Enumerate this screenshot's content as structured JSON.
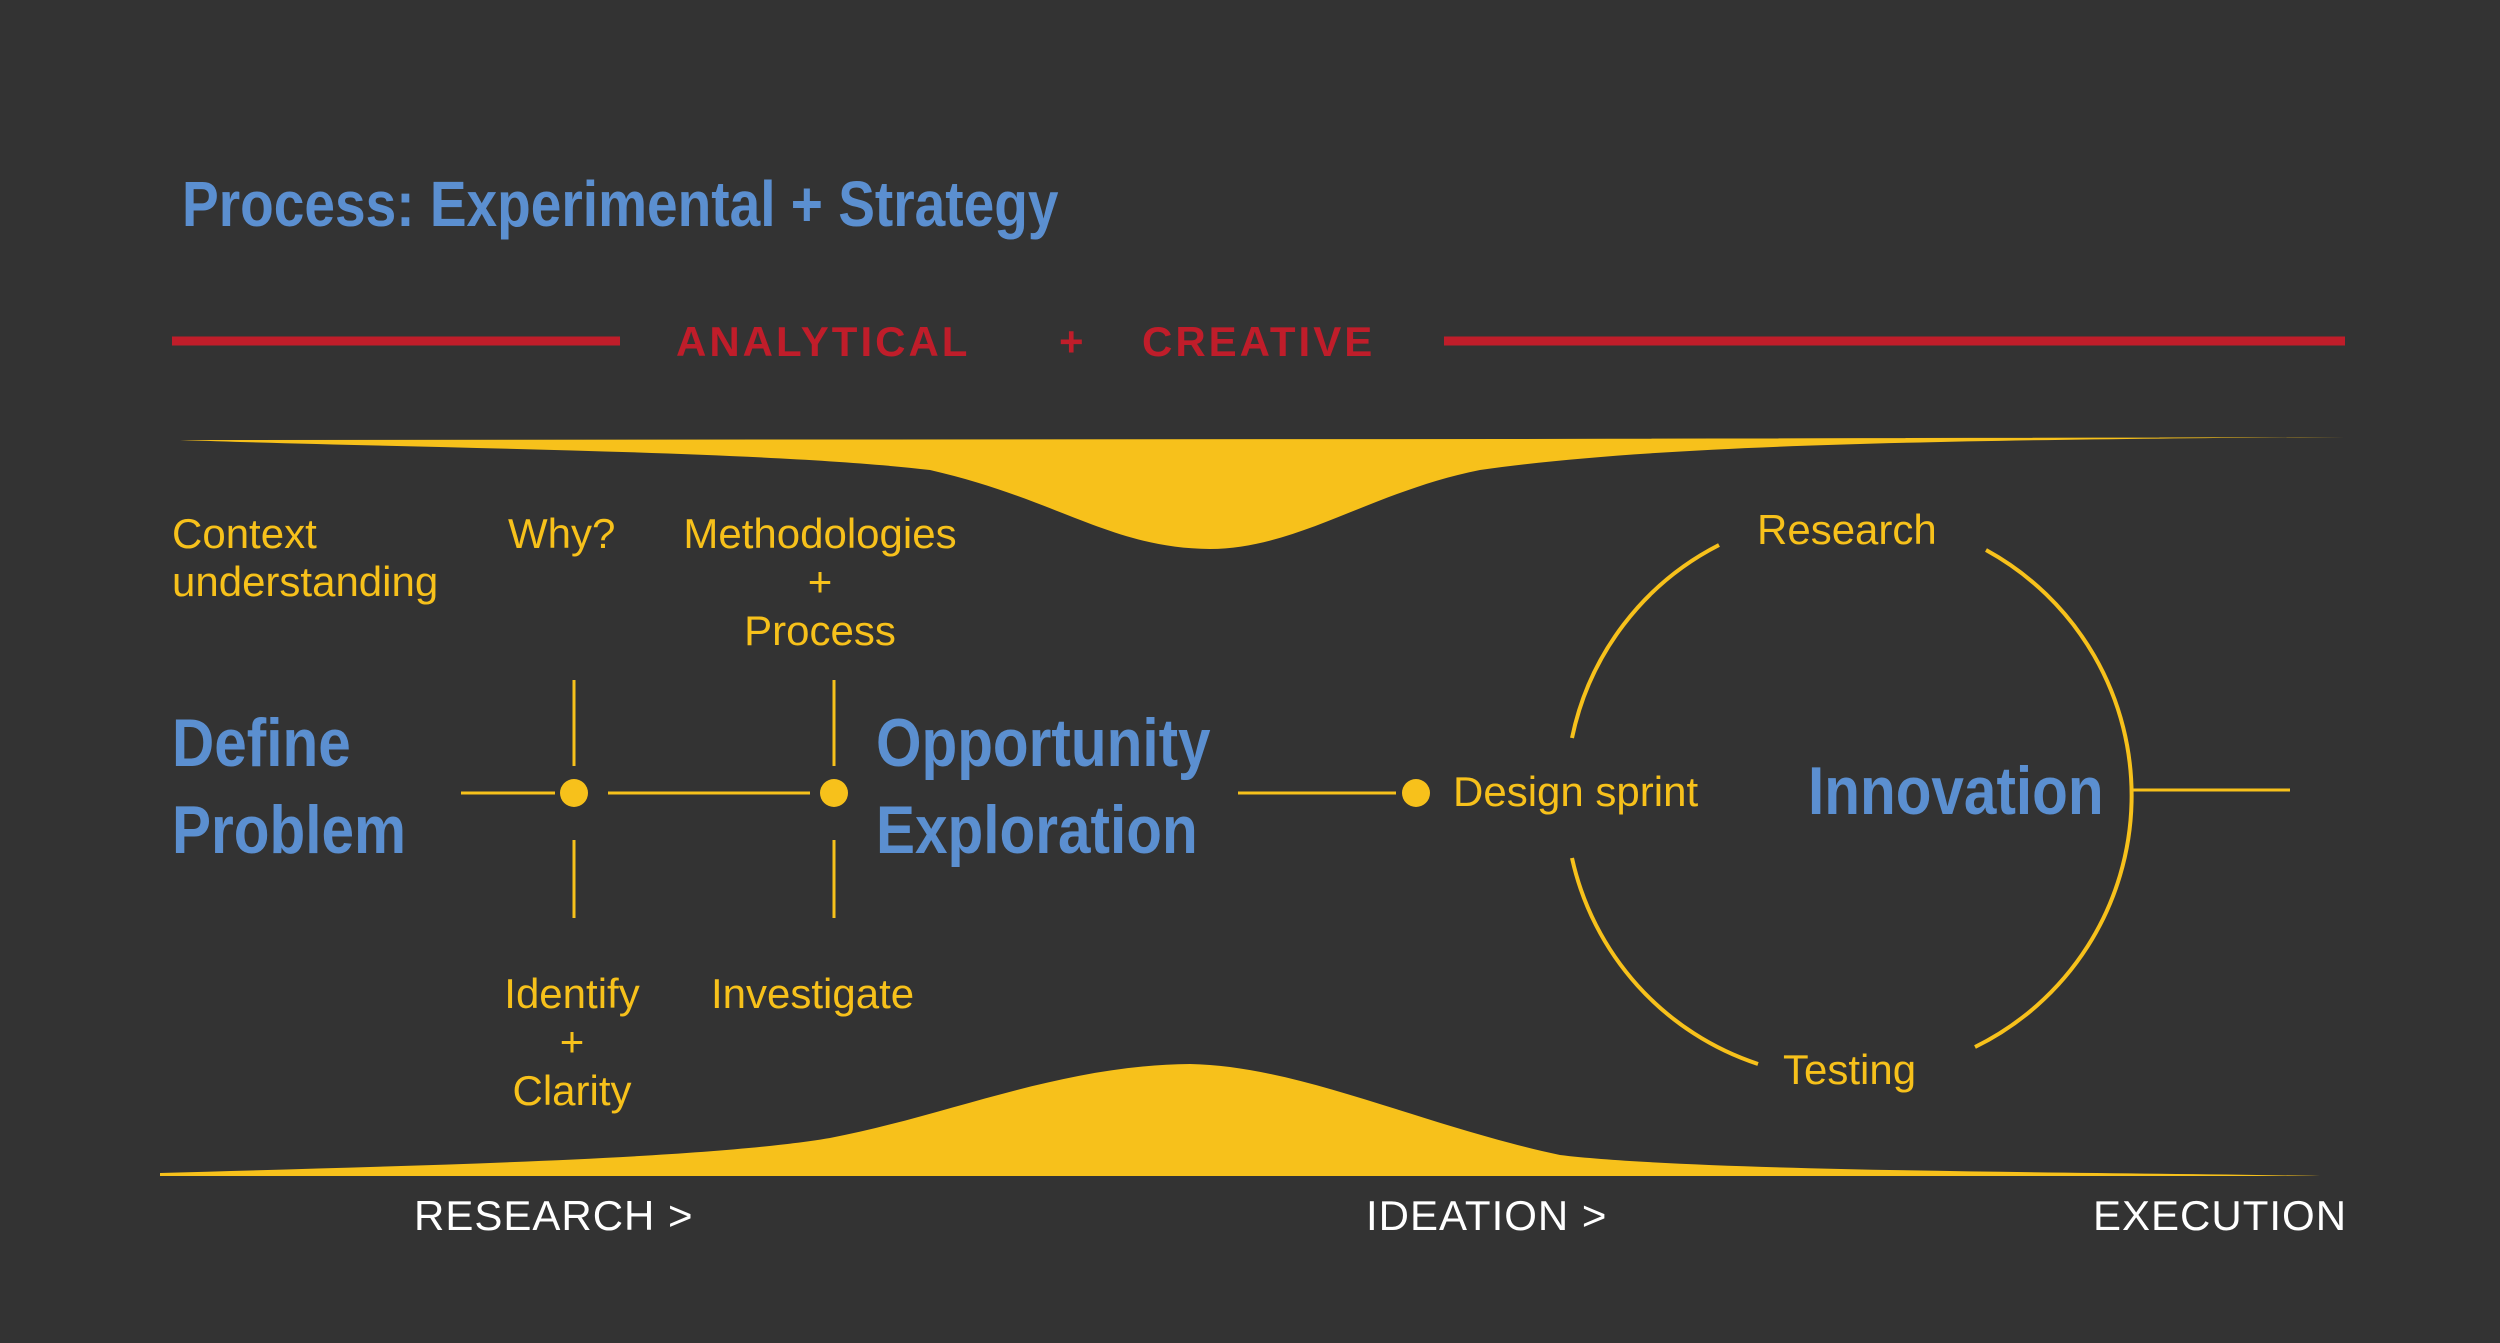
{
  "title": "Process: Experimental + Strategy",
  "band": {
    "left_label": "ANALYTICAL",
    "joiner": "+",
    "right_label": "CREATIVE"
  },
  "notes": {
    "context": [
      "Context",
      "understanding"
    ],
    "why": "Why?",
    "methodologies": [
      "Methodologies",
      "+",
      "Process"
    ],
    "identify": [
      "Identify",
      "+",
      "Clarity"
    ],
    "investigate": "Investigate",
    "design_sprint": "Design sprint",
    "research": "Research",
    "testing": "Testing"
  },
  "stages": {
    "define": [
      "Define",
      "Problem"
    ],
    "opportunity": [
      "Opportunity",
      "Exploration"
    ],
    "innovation": "Innovation"
  },
  "phases": [
    "RESEARCH >",
    "IDEATION >",
    "EXECUTION"
  ],
  "colors": {
    "background": "#333333",
    "accent_yellow": "#f7c11b",
    "accent_blue": "#5b8fd0",
    "accent_red": "#c01d2a",
    "phase_text": "#ffffff"
  }
}
